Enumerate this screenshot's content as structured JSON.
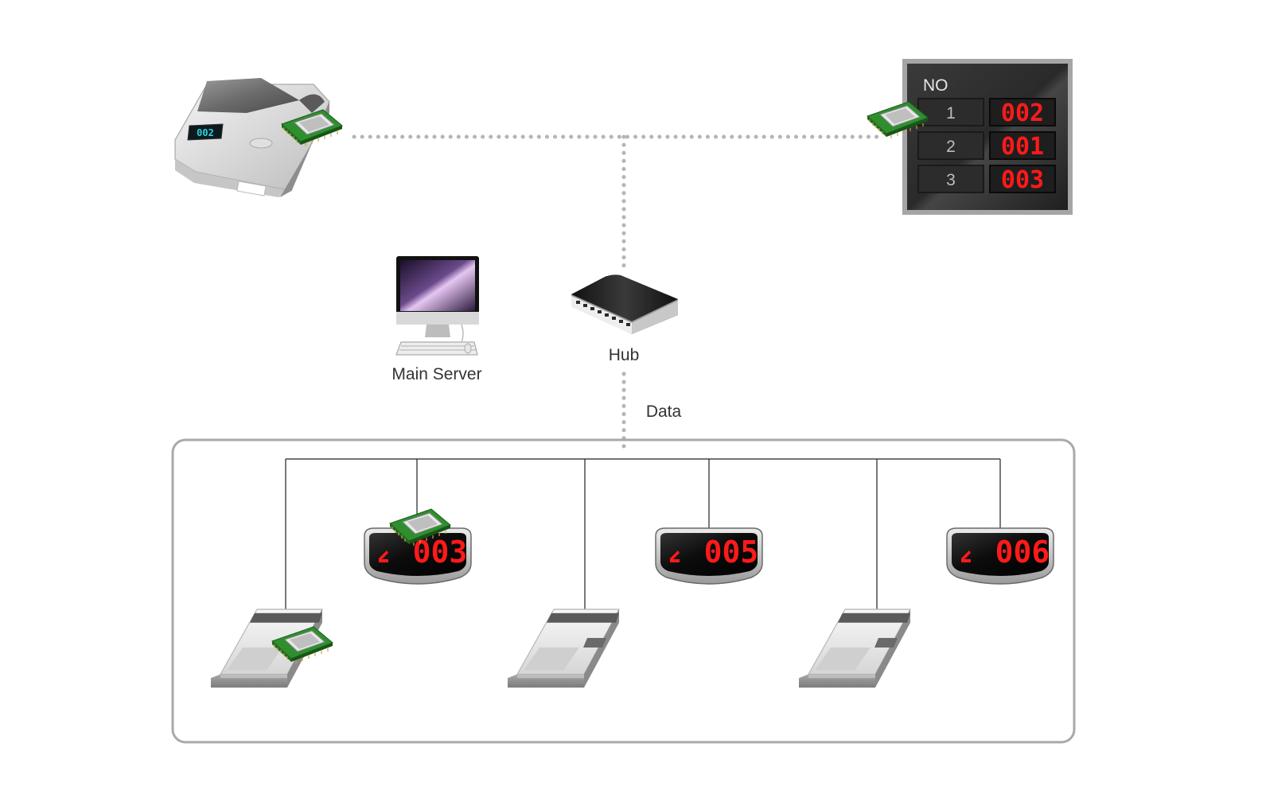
{
  "labels": {
    "main_server": "Main Server",
    "hub": "Hub",
    "data": "Data"
  },
  "ticket_dispenser": {
    "display": "002"
  },
  "main_display": {
    "header": "NO",
    "rows": [
      {
        "no": "1",
        "value": "002"
      },
      {
        "no": "2",
        "value": "001"
      },
      {
        "no": "3",
        "value": "003"
      }
    ]
  },
  "counter_displays": [
    {
      "value": "003"
    },
    {
      "value": "005"
    },
    {
      "value": "006"
    }
  ],
  "colors": {
    "led_red": "#ff1a1a",
    "led_cyan": "#29d3e0",
    "pcb_green": "#2f8f2f",
    "dotted_line": "#b5b5b5",
    "frame": "#a9a9a9"
  }
}
